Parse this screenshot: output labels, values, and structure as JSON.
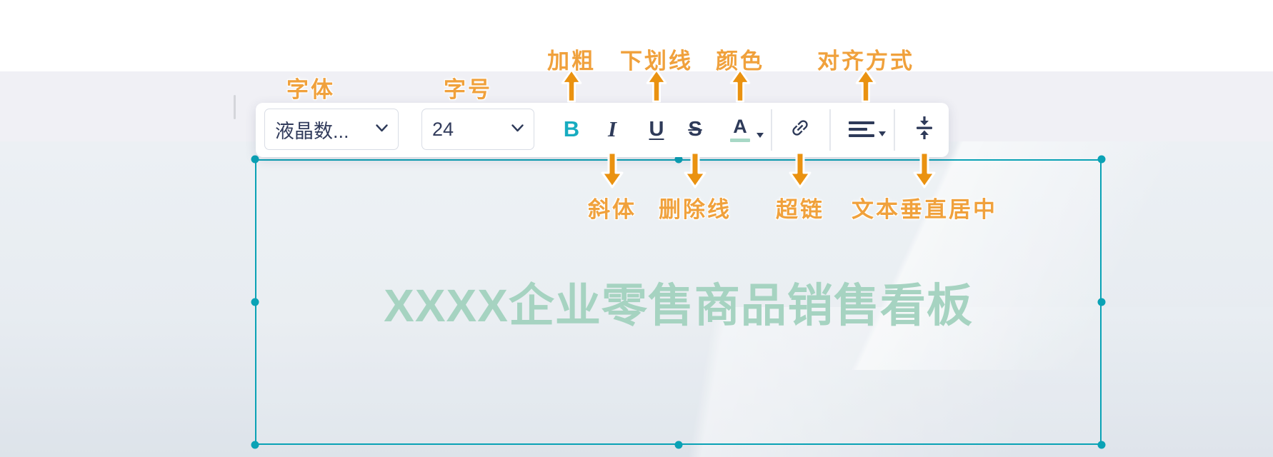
{
  "toolbar": {
    "font_select": {
      "value": "液晶数..."
    },
    "size_select": {
      "value": "24"
    },
    "bold_label": "B",
    "italic_label": "I",
    "underline_label": "U",
    "strikethrough_label": "S",
    "color_label": "A",
    "icon_names": [
      "bold",
      "italic",
      "underline",
      "strikethrough",
      "font-color",
      "hyperlink",
      "alignment",
      "vertical-center"
    ],
    "colors": {
      "icon": "#2e3a59",
      "bold_active": "#17acc0",
      "color_swatch": "#a8d8c6"
    }
  },
  "annotations": {
    "color": "#f0a13c",
    "top": [
      {
        "label": "字体"
      },
      {
        "label": "字号"
      },
      {
        "label": "加粗"
      },
      {
        "label": "下划线"
      },
      {
        "label": "颜色"
      },
      {
        "label": "对齐方式"
      }
    ],
    "bottom": [
      {
        "label": "斜体"
      },
      {
        "label": "删除线"
      },
      {
        "label": "超链"
      },
      {
        "label": "文本垂直居中"
      }
    ]
  },
  "textbox": {
    "title": "XXXX企业零售商品销售看板",
    "title_color": "#a6d3c1",
    "selection_color": "#0aa2b5"
  }
}
